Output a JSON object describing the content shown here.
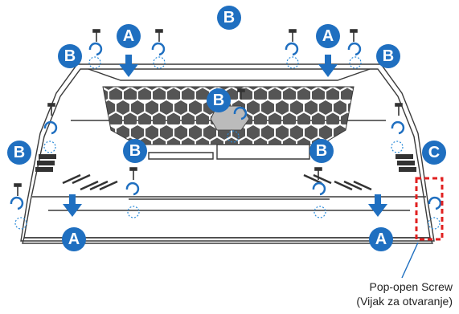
{
  "colors": {
    "badge": "#1f6fc0",
    "outline": "#3a3a3a",
    "vent": "#4a4a4a",
    "callout": "#e02020",
    "dashed_circle": "#2a8ad8"
  },
  "labels": {
    "a": "A",
    "b": "B",
    "c": "C"
  },
  "caption": {
    "line1": "Pop-open Screw",
    "line2": "(Vijak za otvaranje)"
  },
  "icons": [
    "screw-icon",
    "arrow-down-icon",
    "rotate-arrow-icon"
  ]
}
